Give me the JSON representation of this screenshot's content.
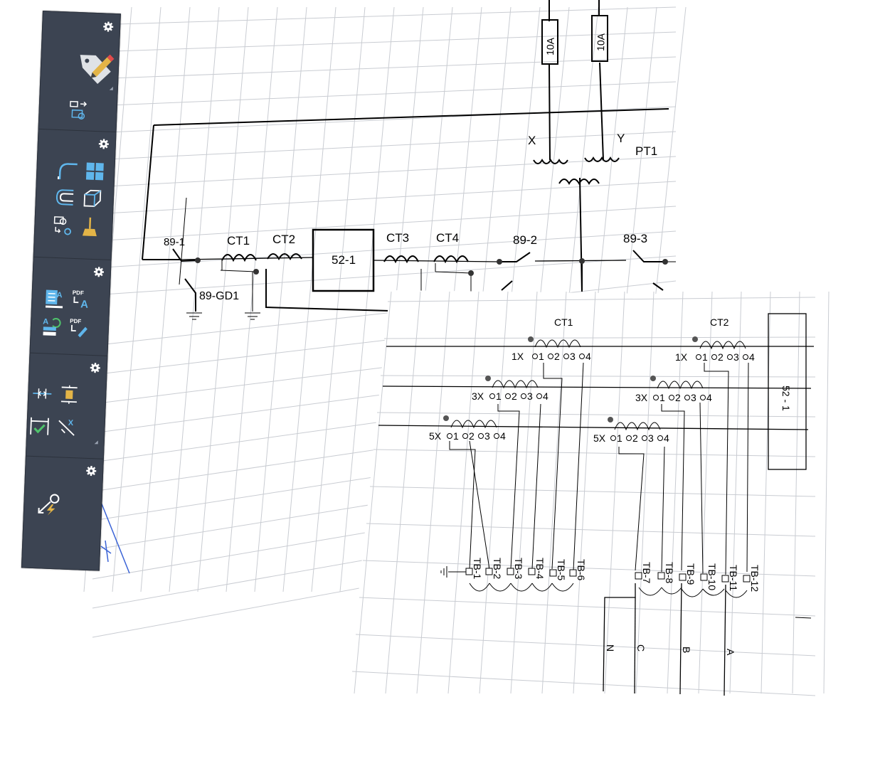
{
  "palette": {
    "panels": [
      {
        "name": "markup",
        "tools": [
          "markup-tag-icon",
          "compare-markup-icon"
        ]
      },
      {
        "name": "geometry",
        "tools": [
          "fillet-arc-icon",
          "grid-blocks-icon",
          "offset-curve-icon",
          "3d-box-icon",
          "hatch-select-icon",
          "sweep-brush-icon"
        ]
      },
      {
        "name": "text-pdf",
        "tools": [
          "attribute-list-icon",
          "pdf-text-import-icon",
          "text-sync-icon",
          "pdf-edit-icon"
        ]
      },
      {
        "name": "dimension",
        "tools": [
          "dimension-break-icon",
          "dimension-space-icon",
          "dimension-check-icon",
          "dimension-reassociate-icon"
        ]
      },
      {
        "name": "electrical",
        "tools": [
          "electrical-connect-icon"
        ]
      }
    ]
  },
  "drawing_top": {
    "fuses": [
      "10A",
      "10A"
    ],
    "transformer": {
      "label": "PT1",
      "x": "X",
      "y": "Y"
    },
    "switches": [
      "89-1",
      "89-GD1",
      "89-2",
      "89-3"
    ],
    "cts": [
      "CT1",
      "CT2",
      "CT3",
      "CT4"
    ],
    "breaker": "52-1"
  },
  "drawing_bottom": {
    "ct_blocks": [
      "CT1",
      "CT2"
    ],
    "taps": [
      "1X",
      "3X",
      "5X"
    ],
    "terminals": [
      "1",
      "2",
      "3",
      "4"
    ],
    "breaker": "52 - 1",
    "terminal_blocks": [
      "TB-1",
      "TB-2",
      "TB-3",
      "TB-4",
      "TB-5",
      "TB-6",
      "TB-7",
      "TB-8",
      "TB-9",
      "TB-10",
      "TB-11",
      "TB-12"
    ],
    "phases": [
      "N",
      "C",
      "B",
      "A"
    ]
  },
  "colors": {
    "palette_bg": "#3c4452",
    "icon_blue": "#5fb6ec",
    "icon_white": "#e9ecf1",
    "icon_gold": "#e3b447",
    "grid": "#c9ccd2",
    "line": "#000000",
    "ucs_blue": "#3a63d6"
  }
}
